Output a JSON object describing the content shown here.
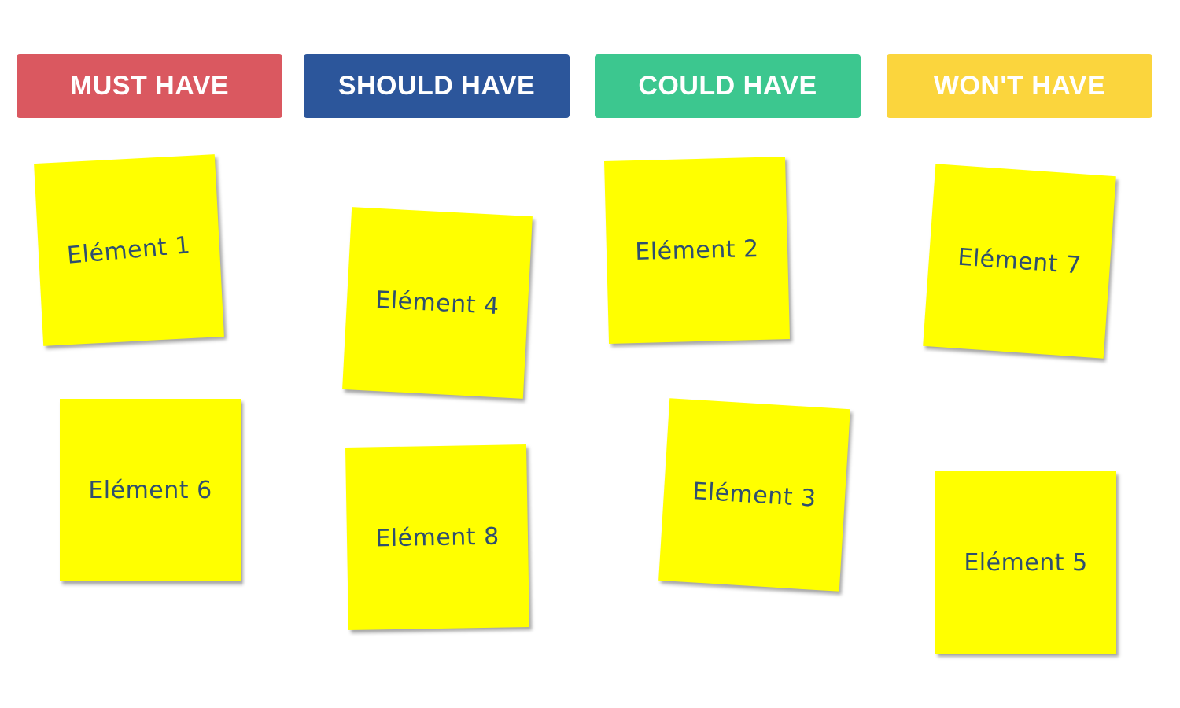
{
  "columns": [
    {
      "label": "MUST HAVE",
      "color": "#da5860"
    },
    {
      "label": "SHOULD HAVE",
      "color": "#2c569b"
    },
    {
      "label": "COULD HAVE",
      "color": "#3cc78f"
    },
    {
      "label": "WON'T HAVE",
      "color": "#fbd53d"
    }
  ],
  "notes": [
    {
      "label": "Elément 1"
    },
    {
      "label": "Elément 6"
    },
    {
      "label": "Elément 4"
    },
    {
      "label": "Elément 8"
    },
    {
      "label": "Elément 2"
    },
    {
      "label": "Elément 3"
    },
    {
      "label": "Elément 7"
    },
    {
      "label": "Elément 5"
    }
  ],
  "note_color": "#ffff00",
  "note_text_color": "#2f4f6f"
}
